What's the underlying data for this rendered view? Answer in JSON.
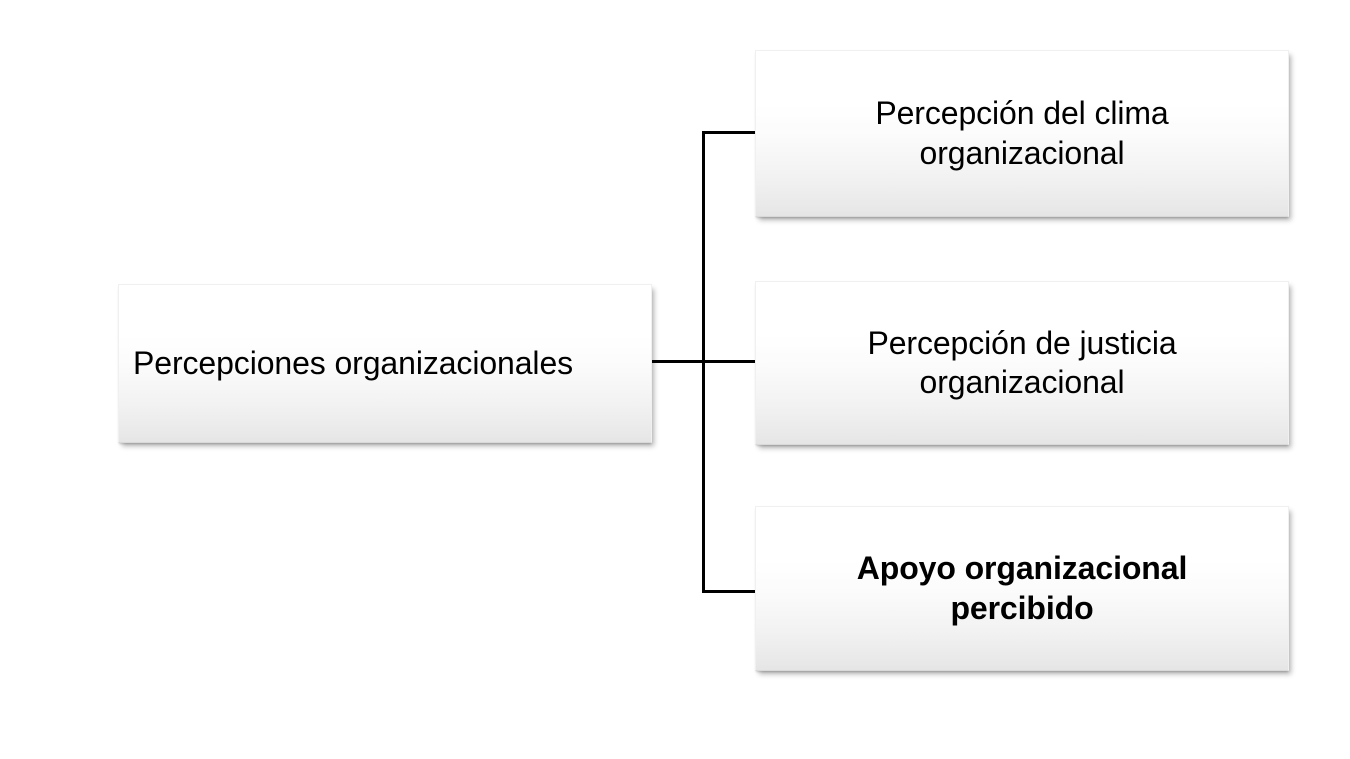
{
  "diagram": {
    "type": "hierarchy-tree",
    "orientation": "left-to-right",
    "background_color": "#ffffff",
    "line_color": "#000000",
    "box_fill_top": "#ffffff",
    "box_fill_bottom": "#e5e5e5",
    "text_color": "#000000"
  },
  "root": {
    "id": "percepciones-organizacionales",
    "label": "Percepciones organizacionales",
    "emphasis": "regular",
    "text_align": "left"
  },
  "children": [
    {
      "id": "percepcion-clima-organizacional",
      "label": "Percepción del clima\norganizacional",
      "emphasis": "regular",
      "text_align": "center"
    },
    {
      "id": "percepcion-justicia-organizacional",
      "label": "Percepción de justicia\norganizacional",
      "emphasis": "regular",
      "text_align": "center"
    },
    {
      "id": "apoyo-organizacional-percibido",
      "label": "Apoyo organizacional\npercibido",
      "emphasis": "bold",
      "text_align": "center"
    }
  ],
  "connectors": [
    {
      "id": "trunk",
      "kind": "vertical"
    },
    {
      "id": "root-stub",
      "kind": "horizontal"
    },
    {
      "id": "branch-top",
      "kind": "horizontal"
    },
    {
      "id": "branch-mid",
      "kind": "horizontal"
    },
    {
      "id": "branch-bot",
      "kind": "horizontal"
    }
  ]
}
